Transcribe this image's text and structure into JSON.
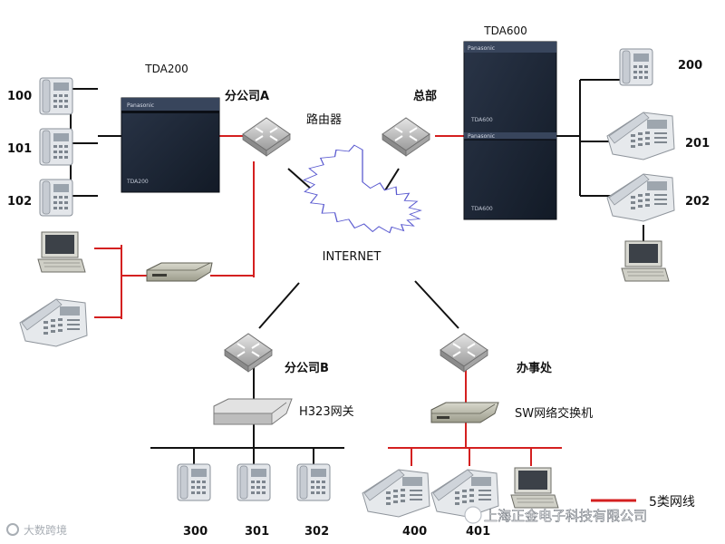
{
  "pbx": {
    "tda200": "TDA200",
    "tda600": "TDA600",
    "brand": "Panasonic",
    "tda200_model": "TDA200",
    "tda600_model": "TDA600"
  },
  "nodes": {
    "branch_a": "分公司A",
    "headquarters": "总部",
    "router": "路由器",
    "internet": "INTERNET",
    "branch_b": "分公司B",
    "office": "办事处",
    "h323_gateway": "H323网关",
    "sw_switch": "SW网络交换机"
  },
  "extensions": {
    "e100": "100",
    "e101": "101",
    "e102": "102",
    "e200": "200",
    "e201": "201",
    "e202": "202",
    "e300": "300",
    "e301": "301",
    "e302": "302",
    "e400": "400",
    "e401": "401"
  },
  "legend": {
    "cat5": "5类网线"
  },
  "watermark": {
    "left": "大数跨境",
    "right": "上海正金电子科技有限公司"
  },
  "colors": {
    "cat5_line": "#d42020",
    "black_line": "#111111",
    "pbx_body": "#1b2433",
    "router_body": "#c9c9c9"
  }
}
